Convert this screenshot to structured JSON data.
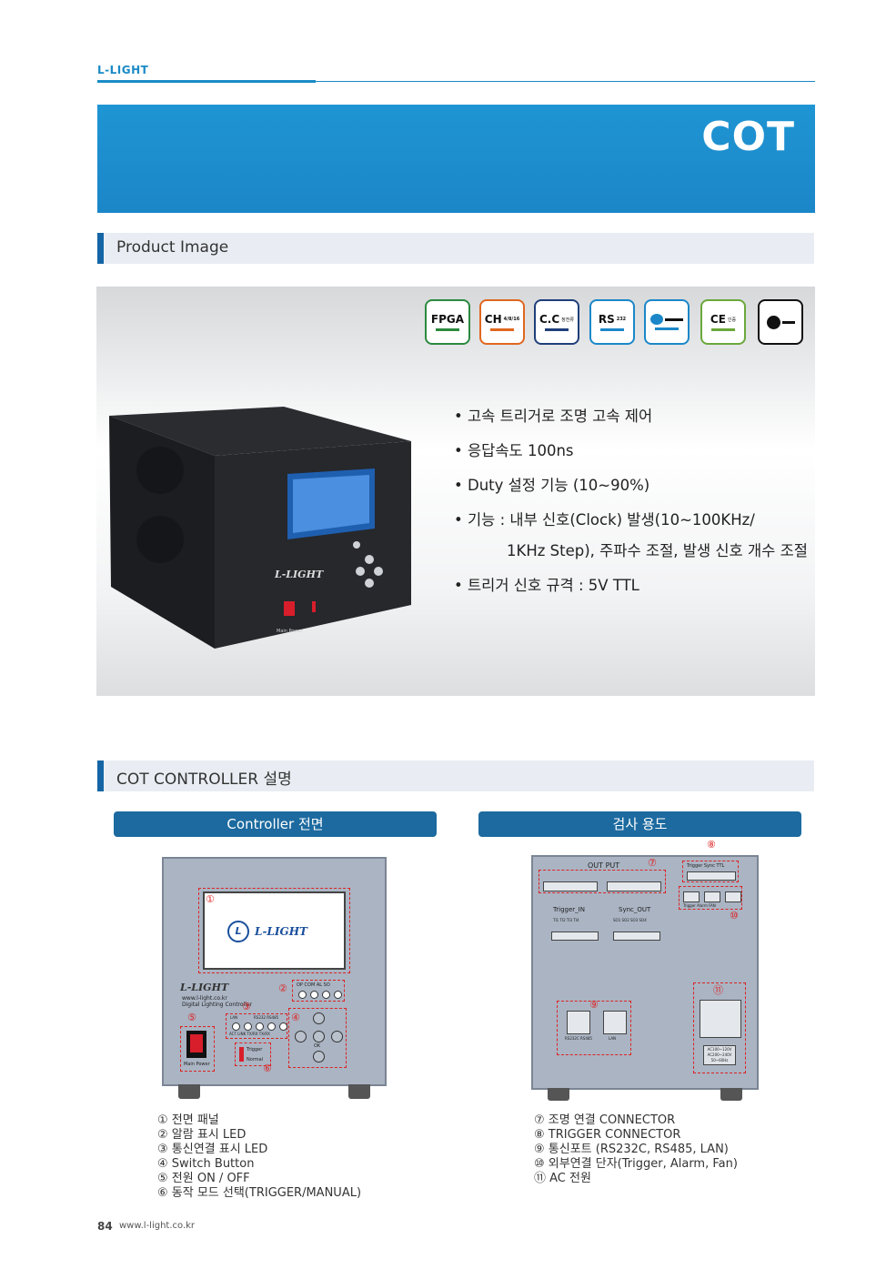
{
  "header": {
    "brand": "L-LIGHT"
  },
  "banner": {
    "title": "COT"
  },
  "sections": {
    "product_image": "Product Image",
    "controller": "COT CONTROLLER 설명"
  },
  "badges": [
    {
      "text": "FPGA",
      "sub": "",
      "color": "#2b8a3e",
      "icon": "fpga-badge"
    },
    {
      "text": "CH",
      "sub": "4/8/16",
      "color": "#e0671f",
      "icon": "channel-badge"
    },
    {
      "text": "C.C",
      "sub": "정전류",
      "color": "#1f3f7a",
      "icon": "constant-current-badge"
    },
    {
      "text": "RS",
      "sub": "232",
      "color": "#1b87c9",
      "icon": "rs232-badge"
    },
    {
      "text": "",
      "sub": "",
      "color": "#1b87c9",
      "icon": "ethernet-badge"
    },
    {
      "text": "CE",
      "sub": "인증",
      "color": "#6aa83b",
      "icon": "ce-badge"
    },
    {
      "text": "",
      "sub": "",
      "color": "#111111",
      "icon": "ac-power-badge"
    }
  ],
  "features": [
    "고속 트리거로 조명 고속 제어",
    "응답속도 100ns",
    "Duty 설정 기능 (10~90%)",
    "기능 : 내부 신호(Clock) 발생(10~100KHz/",
    "1KHz Step), 주파수 조절, 발생 신호 개수 조절",
    "트리거 신호 규격 : 5V TTL"
  ],
  "device_photo": {
    "brand": "L-LIGHT",
    "main_power": "Main Power"
  },
  "front": {
    "title": "Controller 전면",
    "logo": "L-LIGHT",
    "sub_brand": "L-LIGHT",
    "url": "www.l-light.co.kr",
    "desc": "Digital Lighting Controller",
    "main_power": "Main Power",
    "op_labels": "OP COM AL SO",
    "lan_label": "LAN",
    "rs_label": "RS232 RS485",
    "led_labels": "ACT LINK TX/RX TX/RX",
    "trigger": "Trigger",
    "normal": "Normal",
    "ok": "OK",
    "callouts": [
      "①",
      "②",
      "③",
      "④",
      "⑤",
      "⑥"
    ]
  },
  "rear": {
    "title": "검사 용도",
    "out_put": "OUT PUT",
    "trigger_sync": "Trigger Sync TTL",
    "trigger_in": "Trigger_IN",
    "sync_out": "Sync_OUT",
    "port_labels_in": "TI1 TI2 TI3 TI4",
    "port_labels_out": "SO1 SO2 SO3 SO4",
    "rs_port": "RS232C RS485",
    "lan_port": "LAN",
    "ext_labels": "Trigger Alarm FAN",
    "ac_text": "AC100~120V AC200~240V 50~60Hz",
    "callouts": [
      "⑦",
      "⑧",
      "⑨",
      "⑩",
      "⑪"
    ]
  },
  "legend_left": [
    "① 전면 패널",
    "② 알람 표시 LED",
    "③ 통신연결 표시 LED",
    "④ Switch Button",
    "⑤ 전원 ON / OFF",
    "⑥ 동작 모드 선택(TRIGGER/MANUAL)"
  ],
  "legend_right": [
    "⑦ 조명 연결 CONNECTOR",
    "⑧ TRIGGER CONNECTOR",
    "⑨ 통신포트 (RS232C, RS485, LAN)",
    "⑩ 외부연결 단자(Trigger, Alarm, Fan)",
    "⑪ AC 전원"
  ],
  "footer": {
    "page": "84",
    "url": "www.l-light.co.kr"
  }
}
